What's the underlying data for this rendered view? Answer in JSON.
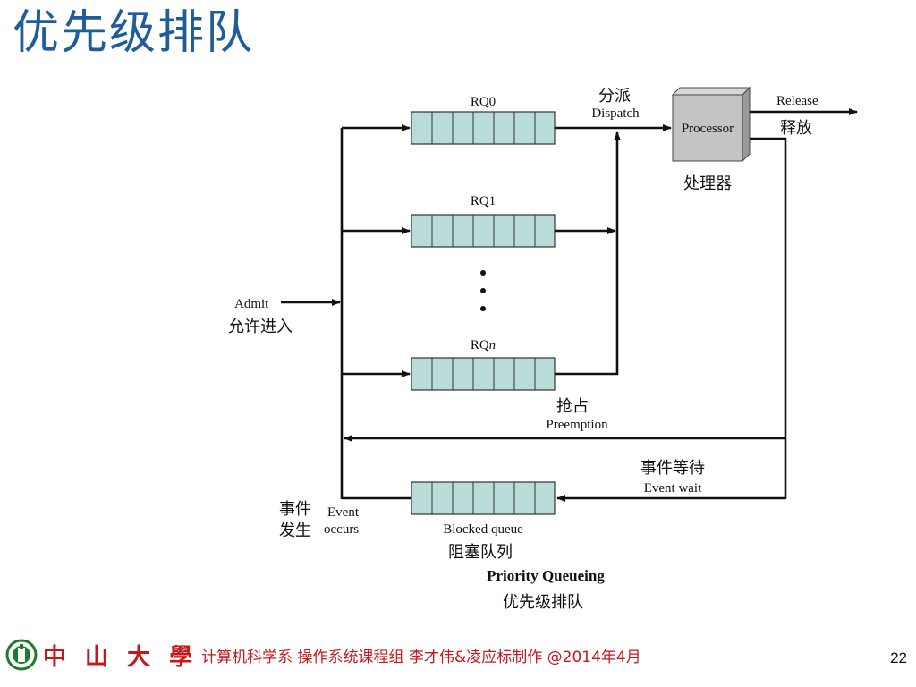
{
  "title": "优先级排队",
  "diagram": {
    "queues": [
      {
        "label_parts": [
          "RQ0",
          ""
        ]
      },
      {
        "label_parts": [
          "RQ1",
          ""
        ]
      },
      {
        "label_parts": [
          "RQ",
          "n"
        ]
      }
    ],
    "dispatch": {
      "cn": "分派",
      "en": "Dispatch"
    },
    "processor": {
      "en": "Processor",
      "cn": "处理器"
    },
    "release": {
      "en": "Release",
      "cn": "释放"
    },
    "admit": {
      "en": "Admit",
      "cn": "允许进入"
    },
    "preemption": {
      "cn": "抢占",
      "en": "Preemption"
    },
    "event_wait": {
      "cn": "事件等待",
      "en": "Event wait"
    },
    "event_occurs": {
      "cn_1": "事件",
      "cn_2": "发生",
      "en_1": "Event",
      "en_2": "occurs"
    },
    "blocked_queue": {
      "en": "Blocked queue",
      "cn": "阻塞队列"
    },
    "caption": {
      "en": "Priority Queueing",
      "cn": "优先级排队"
    },
    "queue_fill": "#b9dcd9"
  },
  "footer": {
    "university": "中 山 大 學",
    "text": "计算机科学系 操作系统课程组 李才伟&凌应标制作 @2014年4月",
    "page_number": "22",
    "accent_color": "#c8171b"
  }
}
